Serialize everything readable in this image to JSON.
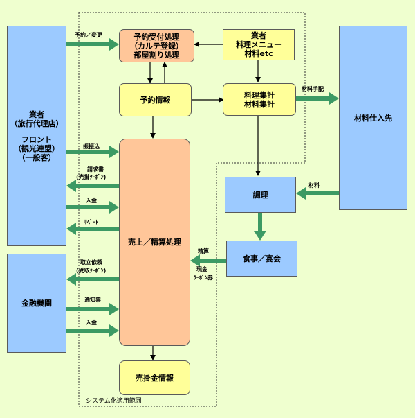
{
  "boxes": {
    "agency": {
      "lines": [
        "業者",
        "（旅行代理店）",
        "",
        "フロント",
        "（観光連盟）",
        "（一般客）"
      ]
    },
    "finance": {
      "lines": [
        "金融機関"
      ]
    },
    "reservation_processing": {
      "lines": [
        "予約受付処理",
        "（カルテ登録）",
        "部屋割り処理"
      ]
    },
    "vendor_menu": {
      "lines": [
        "業者",
        "料理メニュー",
        "材料etc"
      ]
    },
    "reservation_info": {
      "lines": [
        "予約情報"
      ]
    },
    "dish_material_total": {
      "lines": [
        "料理集計",
        "材料集計"
      ]
    },
    "supplier": {
      "lines": [
        "材料仕入先"
      ]
    },
    "cooking": {
      "lines": [
        "調理"
      ]
    },
    "meal_banquet": {
      "lines": [
        "食事／宴会"
      ]
    },
    "sales_settlement": {
      "lines": [
        "売上／精算処理"
      ]
    },
    "receivables_info": {
      "lines": [
        "売掛金情報"
      ]
    }
  },
  "labels": {
    "reservation_change": "予約／変更",
    "transfer_in": "振振込",
    "invoice": "請求書",
    "invoice_voucher": "(売掛ｸｰﾎﾟﾝ)",
    "deposit1": "入金",
    "rebate": "ﾘﾍﾞｰﾄ",
    "collection_request": "取立依頼",
    "collection_voucher": "(受取ｸｰﾎﾟﾝ)",
    "notice": "通知票",
    "deposit2": "入金",
    "material_order": "材料手配",
    "material": "材料",
    "settlement": "精算",
    "cash": "現金",
    "coupon_ticket": "ｸｰﾎﾟﾝ券",
    "system_scope": "システム化適用範囲"
  },
  "colors": {
    "background": "#efffcf",
    "blue": "#9ccaff",
    "yellow": "#ffff99",
    "orange": "#ffc699",
    "arrow": "#3c9a64"
  }
}
